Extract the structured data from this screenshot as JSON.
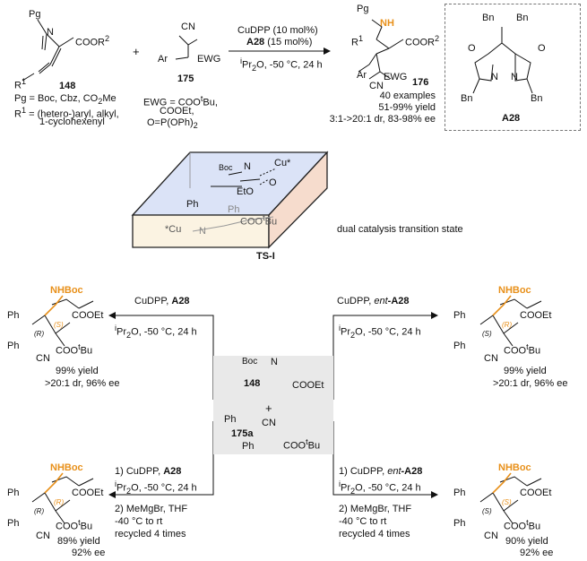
{
  "top_scheme": {
    "reagent_148": {
      "label": "148",
      "pg_label": "Pg",
      "n_atom": "N",
      "ester": "COOR",
      "ester_sup": "2",
      "r1": "R",
      "r1_sup": "1",
      "pg_def": "Pg = Boc, Cbz, CO",
      "pg_def_sub": "2",
      "pg_def_end": "Me",
      "r1_def_a": "R",
      "r1_def_sup": "1",
      "r1_def_b": " = (hetero-)aryl, alkyl,",
      "r1_def_c": "1-cyclohexenyl"
    },
    "plus": "+",
    "reagent_175": {
      "label": "175",
      "cn": "CN",
      "ar": "Ar",
      "ewg": "EWG",
      "ewg_def_a": "EWG = COO",
      "ewg_def_sup": "t",
      "ewg_def_b": "Bu,",
      "ewg_def_c": "COOEt,",
      "ewg_def_d": "O=P(OPh)",
      "ewg_def_sub": "2"
    },
    "conditions": {
      "line1": "CuDPP (10 mol%)",
      "line2_bold": "A28",
      "line2_rest": " (15 mol%)",
      "line3_sup": "i",
      "line3_rest": "Pr",
      "line3_sub": "2",
      "line3_end": "O, -50 °C, 24 h"
    },
    "product_176": {
      "label": "176",
      "pg": "Pg",
      "nh": "NH",
      "ester": "COOR",
      "ester_sup": "2",
      "r1": "R",
      "r1_sup": "1",
      "ar": "Ar",
      "cn": "CN",
      "ewg": "EWG",
      "result1": "40 examples",
      "result2": "51-99% yield",
      "result3": "3:1->20:1 dr, 83-98% ee"
    },
    "ligand": {
      "label": "A28",
      "bn": "Bn",
      "n": "N",
      "o": "O"
    }
  },
  "transition_state": {
    "boc": "Boc",
    "n": "N",
    "cu_top": "Cu*",
    "o": "O",
    "eto": "EtO",
    "ph1": "Ph",
    "ph2": "Ph",
    "cu_bottom": "*Cu",
    "n2": "N",
    "ester": "COO",
    "ester_sup": "t",
    "ester_end": "Bu",
    "label": "TS-I",
    "caption": "dual catalysis transition state"
  },
  "bottom_scheme": {
    "start_148": {
      "label": "148",
      "boc": "Boc",
      "n": "N",
      "ester": "COOEt",
      "ph": "Ph",
      "plus": "+"
    },
    "start_175a": {
      "label": "175a",
      "cn": "CN",
      "ph": "Ph",
      "ester": "COO",
      "ester_sup": "t",
      "ester_end": "Bu"
    },
    "arrow_top_left": {
      "cat": "CuDPP, ",
      "lig": "A28",
      "cond_sup": "i",
      "cond": "Pr",
      "cond_sub": "2",
      "cond_end": "O, -50 °C, 24 h"
    },
    "arrow_top_right": {
      "cat": "CuDPP, ",
      "lig_ent": "ent",
      "lig": "-A28",
      "cond_sup": "i",
      "cond": "Pr",
      "cond_sub": "2",
      "cond_end": "O, -50 °C, 24 h"
    },
    "arrow_bottom_left": {
      "step1": "1) CuDPP, ",
      "lig": "A28",
      "cond_sup": "i",
      "cond": "Pr",
      "cond_sub": "2",
      "cond_end": "O, -50 °C, 24 h",
      "step2": "2) MeMgBr, THF",
      "step2b": "-40 °C to rt",
      "step2c": "recycled 4 times"
    },
    "arrow_bottom_right": {
      "step1": "1) CuDPP, ",
      "lig_ent": "ent",
      "lig": "-A28",
      "cond_sup": "i",
      "cond": "Pr",
      "cond_sub": "2",
      "cond_end": "O, -50 °C, 24 h",
      "step2": "2) MeMgBr, THF",
      "step2b": "-40 °C to rt",
      "step2c": "recycled 4 times"
    },
    "products": {
      "top_left": {
        "nhboc": "NHBoc",
        "ester": "COOEt",
        "ph": "Ph",
        "cn": "CN",
        "tbu": "COO",
        "tbu_sup": "t",
        "tbu_end": "Bu",
        "s1": "(S)",
        "s2": "(R)",
        "yield": "99% yield",
        "sel": ">20:1 dr, 96% ee"
      },
      "top_right": {
        "nhboc": "NHBoc",
        "ester": "COOEt",
        "ph": "Ph",
        "cn": "CN",
        "tbu": "COO",
        "tbu_sup": "t",
        "tbu_end": "Bu",
        "s1": "(R)",
        "s2": "(S)",
        "yield": "99% yield",
        "sel": ">20:1 dr, 96% ee"
      },
      "bottom_left": {
        "nhboc": "NHBoc",
        "ester": "COOEt",
        "ph": "Ph",
        "cn": "CN",
        "tbu": "COO",
        "tbu_sup": "t",
        "tbu_end": "Bu",
        "s1": "(R)",
        "s2": "(R)",
        "yield": "89% yield",
        "sel": "92% ee"
      },
      "bottom_right": {
        "nhboc": "NHBoc",
        "ester": "COOEt",
        "ph": "Ph",
        "cn": "CN",
        "tbu": "COO",
        "tbu_sup": "t",
        "tbu_end": "Bu",
        "s1": "(S)",
        "s2": "(S)",
        "yield": "90% yield",
        "sel": "92% ee"
      }
    }
  },
  "colors": {
    "accent": "#e8901a",
    "box_top": "#dbe3f7",
    "box_front_left": "#fbf3e2",
    "box_front_right": "#f6dccd",
    "sm_bg": "#e9e9e9"
  }
}
